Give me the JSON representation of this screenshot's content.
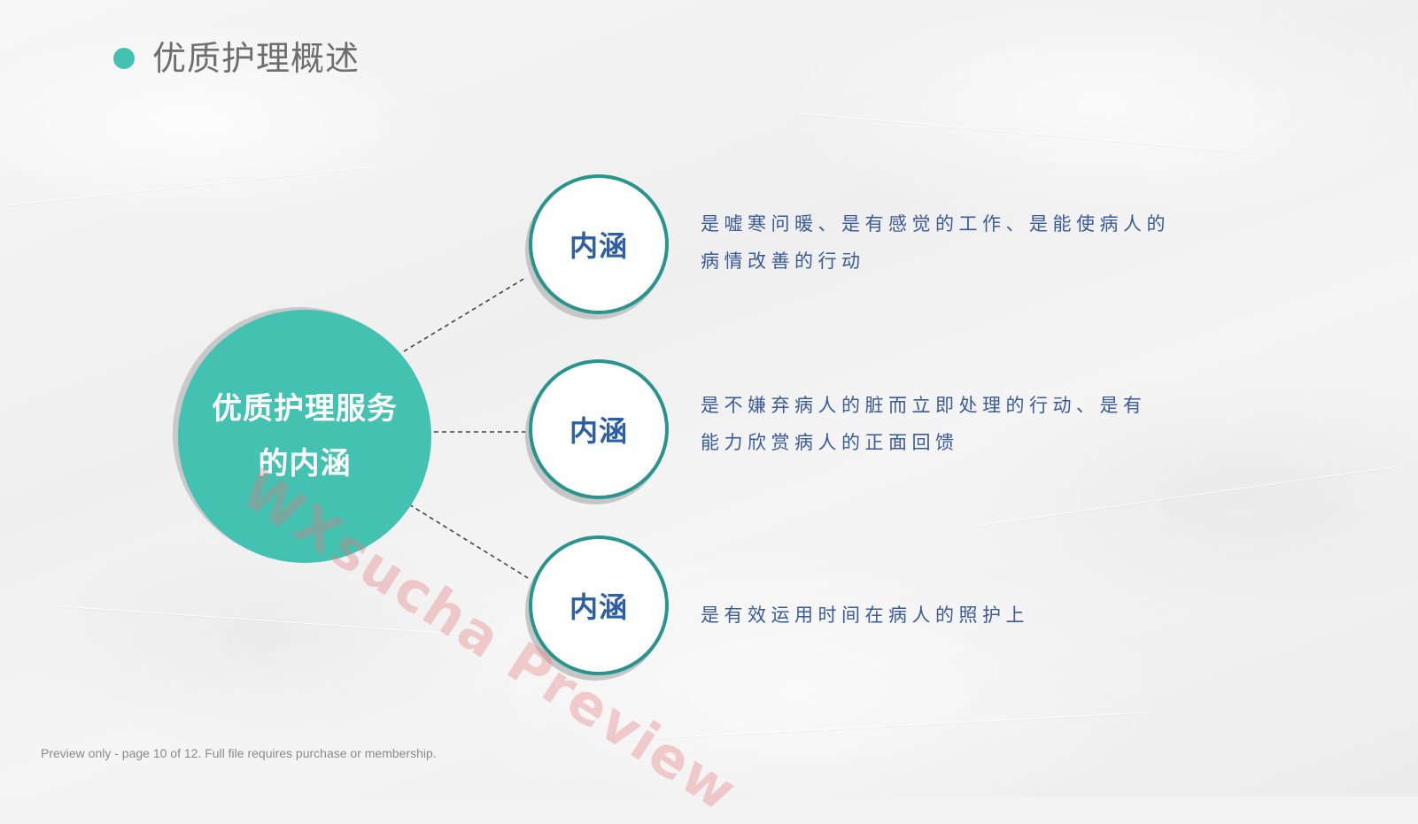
{
  "slide": {
    "title": "优质护理概述",
    "center": {
      "line1": "优质护理服务",
      "line2": "的内涵"
    },
    "nodes": [
      {
        "label": "内涵",
        "desc_line1": "是嘘寒问暖、是有感觉的工作、是能使病人的",
        "desc_line2": "病情改善的行动"
      },
      {
        "label": "内涵",
        "desc_line1": "是不嫌弃病人的脏而立即处理的行动、是有",
        "desc_line2": "能力欣赏病人的正面回馈"
      },
      {
        "label": "内涵",
        "desc_line1": "是有效运用时间在病人的照护上",
        "desc_line2": ""
      }
    ]
  },
  "watermark": "WXsucha Preview",
  "footer": "Preview only - page 10 of 12. Full file requires purchase or membership.",
  "colors": {
    "accent": "#43c2b2",
    "node_border": "#27948e",
    "node_text": "#2d5fa6",
    "desc_text": "#3a5a9a"
  }
}
